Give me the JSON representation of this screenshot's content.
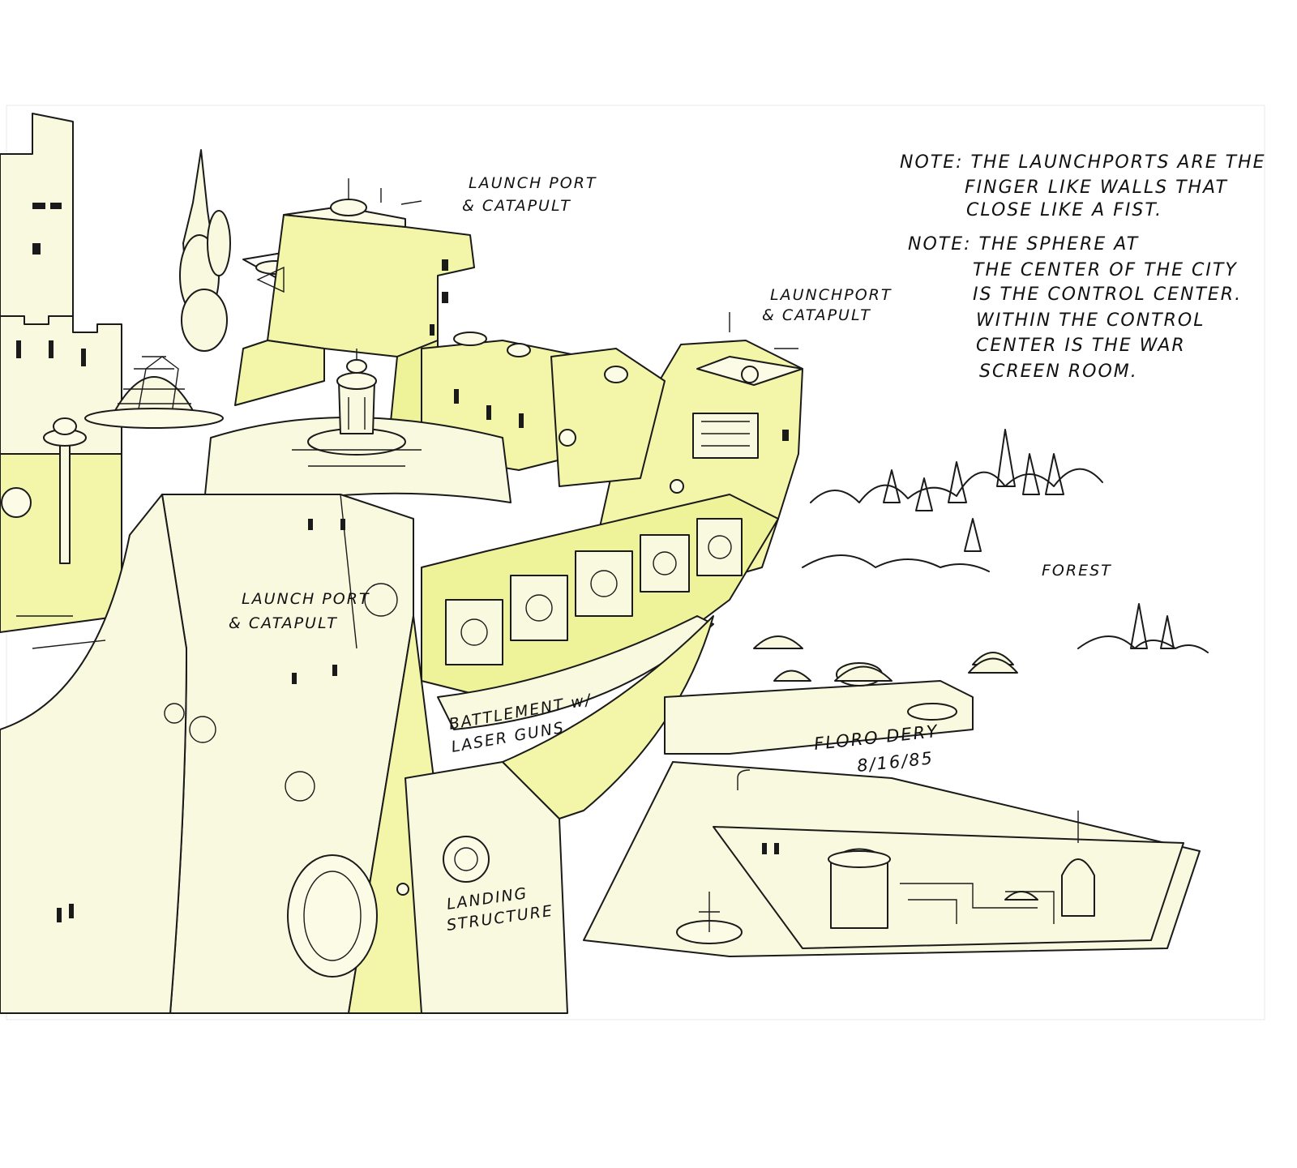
{
  "notes": {
    "note1": [
      "NOTE: THE LAUNCHPORTS ARE THE",
      "FINGER LIKE WALLS THAT",
      "CLOSE LIKE A FIST."
    ],
    "note2": [
      "NOTE: THE SPHERE AT",
      "THE CENTER OF THE CITY",
      "IS THE CONTROL CENTER.",
      "WITHIN THE CONTROL",
      "CENTER IS THE WAR",
      "SCREEN ROOM."
    ]
  },
  "labels": {
    "launch_port_top": [
      "LAUNCH PORT",
      "& CATAPULT"
    ],
    "launch_port_right": [
      "LAUNCHPORT",
      "& CATAPULT"
    ],
    "launch_port_front": [
      "LAUNCH PORT",
      "& CATAPULT"
    ],
    "battlement": [
      "BATTLEMENT w/",
      "LASER GUNS"
    ],
    "landing": [
      "LANDING",
      "STRUCTURE"
    ],
    "forest": "FOREST"
  },
  "signature": {
    "name": "FLORO DERY",
    "date": "8/16/85"
  },
  "colors": {
    "ink": "#1a1a1a",
    "highlight_yellow": "#f3f5a8",
    "paper": "#ffffff"
  }
}
